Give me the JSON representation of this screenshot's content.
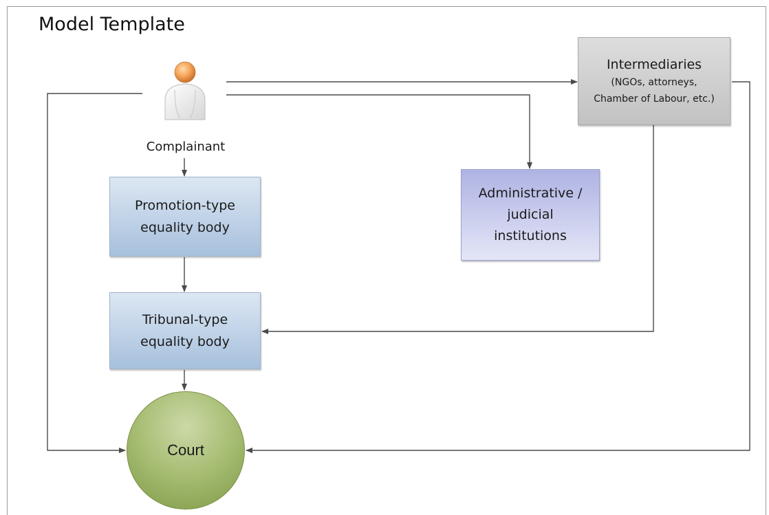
{
  "diagram": {
    "title": "Model Template",
    "complainant": {
      "label": "Complainant",
      "icon": "person-icon"
    },
    "nodes": {
      "intermediaries": {
        "title": "Intermediaries",
        "line1": "(NGOs, attorneys,",
        "line2": "Chamber of Labour, etc.)"
      },
      "administrative": {
        "line1": "Administrative /",
        "line2": "judicial",
        "line3": "institutions"
      },
      "promotion": {
        "line1": "Promotion-type",
        "line2": "equality body"
      },
      "tribunal": {
        "line1": "Tribunal-type",
        "line2": "equality body"
      },
      "court": {
        "label": "Court"
      }
    },
    "colors": {
      "connector": "#4a4a4a",
      "blue_box": "#a7c0dd",
      "purple_box": "#aeb3e3",
      "gray_box": "#c8c8c8",
      "court": "#8fa85a"
    }
  }
}
